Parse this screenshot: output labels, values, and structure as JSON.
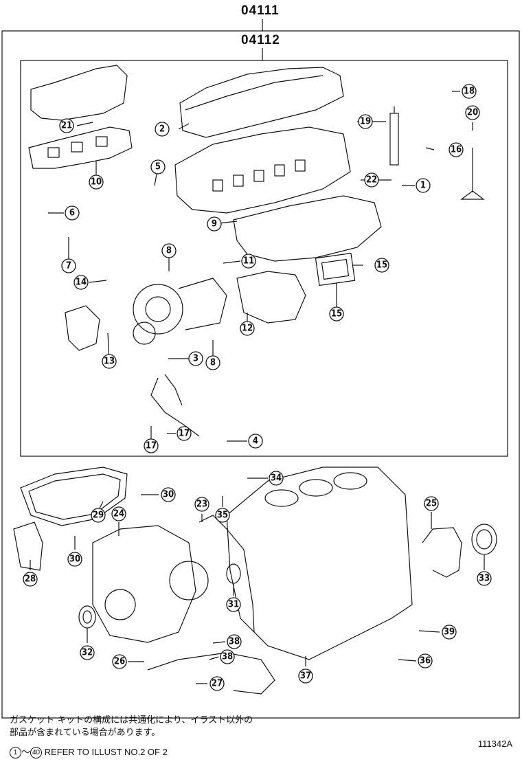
{
  "header": {
    "kit_code_outer": "04111",
    "kit_code_inner": "04112"
  },
  "callouts": [
    "1",
    "2",
    "3",
    "4",
    "5",
    "6",
    "7",
    "8",
    "8",
    "9",
    "10",
    "11",
    "12",
    "13",
    "14",
    "15",
    "15",
    "16",
    "17",
    "17",
    "18",
    "19",
    "20",
    "21",
    "22",
    "23",
    "24",
    "25",
    "26",
    "27",
    "28",
    "29",
    "30",
    "30",
    "31",
    "32",
    "33",
    "34",
    "35",
    "36",
    "37",
    "38",
    "38",
    "39"
  ],
  "notes": {
    "line1": "ガスケット キットの構成には共通化により、イラスト以外の",
    "line2": "部品が含まれている場合があります。"
  },
  "reference": {
    "start": "1",
    "tilde": "～",
    "end": "40",
    "text": "REFER TO ILLUST NO.2 OF 2"
  },
  "figure_code": "111342A"
}
